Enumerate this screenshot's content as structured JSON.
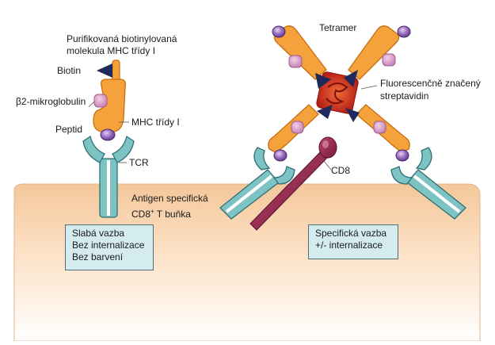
{
  "labels": {
    "purified_line1": "Purifikovaná biotinylovaná",
    "purified_line2": "molekula MHC třídy I",
    "biotin": "Biotin",
    "b2m": "β2-mikroglobulin",
    "peptide": "Peptid",
    "mhc": "MHC třídy I",
    "tcr": "TCR",
    "tcell_line1": "Antigen specifická",
    "tcell_line2": "CD8",
    "tcell_sup": "+",
    "tcell_line2_end": " T buňka",
    "tetramer": "Tetramer",
    "fluor_line1": "Fluorescenčně značený",
    "fluor_line2": "streptavidin",
    "cd8": "CD8"
  },
  "box_left": {
    "line1": "Slabá vazba",
    "line2": "Bez internalizace",
    "line3": "Bez barvení"
  },
  "box_right": {
    "line1": "Specifická vazba",
    "line2": "+/- internalizace"
  },
  "colors": {
    "cell_membrane": "#f2c89a",
    "cell_body": "#fbe1c4",
    "mhc_orange": "#f5a23c",
    "mhc_outline": "#c96d10",
    "b2m_pink": "#d99ac8",
    "peptide_purple": "#8d5bb5",
    "tcr_teal": "#6fb7b8",
    "tcr_outline": "#2f6f73",
    "streptavidin_red": "#d1301f",
    "biotin_navy": "#1f2a5c",
    "cd8_maroon": "#8d2247",
    "info_box": "#d4ecef"
  }
}
